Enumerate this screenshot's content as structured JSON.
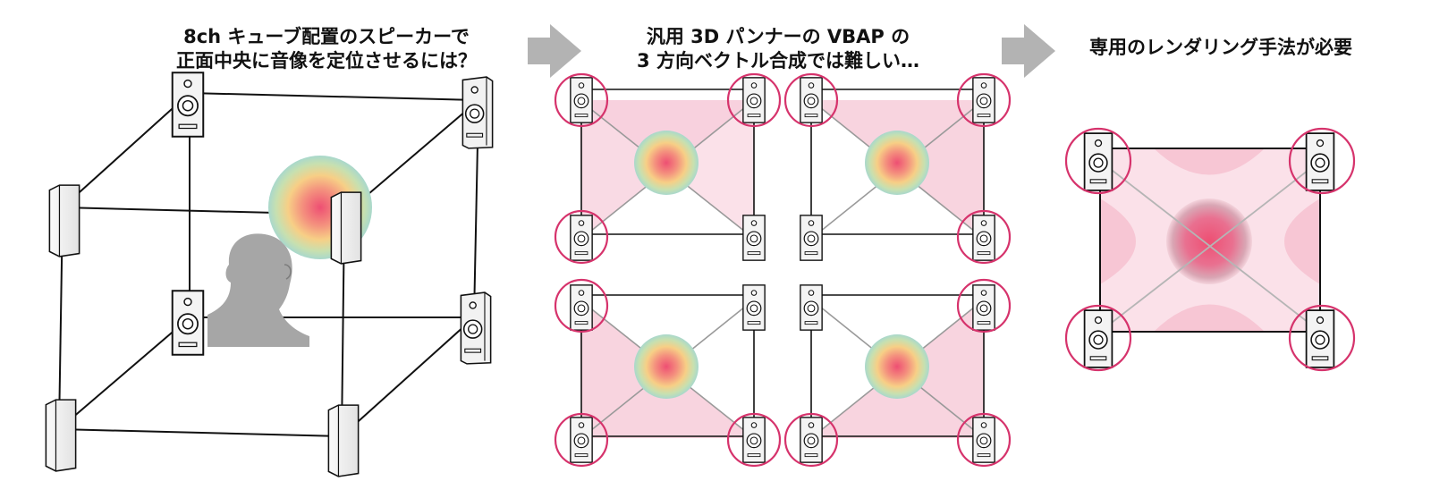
{
  "captions": {
    "step1_line1": "8ch キューブ配置のスピーカーで",
    "step1_line2": "正面中央に音像を定位させるには？",
    "step2_line1": "汎用 3D パンナーの VBAP の",
    "step2_line2": "3 方向ベクトル合成では難しい…",
    "step3_line1": "専用のレンダリング手法が必要"
  },
  "colors": {
    "highlight_circle": "#d6336c",
    "panel_fill": "#fbe1e9",
    "arrow": "#b3b3b3",
    "image_center": "#ee4f73",
    "image_mid": "#f7cf86",
    "image_outer": "#a9d8cc",
    "head": "#a6a6a6",
    "frame": "#111111"
  }
}
